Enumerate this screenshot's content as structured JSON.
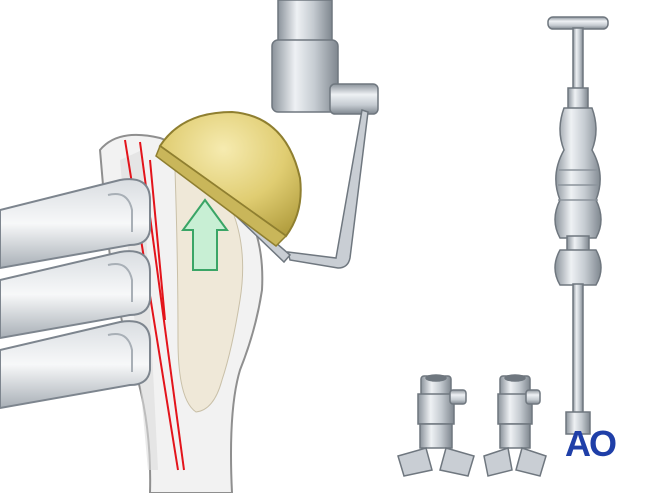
{
  "figure": {
    "logo_text": "AO",
    "colors": {
      "bone_outline": "#8f8f8f",
      "bone_fill": "#f2f2f2",
      "cancellous": "#efe8d8",
      "prosthesis_head": "#e3d27a",
      "prosthesis_head_dark": "#b9a54a",
      "instrument_metal": "#c9ced4",
      "instrument_dark": "#7d858e",
      "osteotomy_line": "#e3141b",
      "arrow_fill": "#c8efd4",
      "arrow_stroke": "#3aa566",
      "logo": "#1f3fa8"
    },
    "icons": [
      "humerus-bone",
      "retractor",
      "prosthetic-head",
      "head-holder-instrument",
      "impactor-handle",
      "head-holder-tip",
      "direction-arrow"
    ]
  }
}
